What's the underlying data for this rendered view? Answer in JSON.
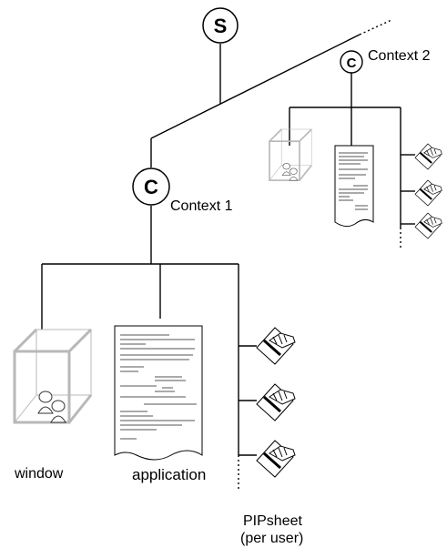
{
  "diagram": {
    "server_node": {
      "letter": "S"
    },
    "context_nodes": [
      {
        "letter": "C",
        "label": "Context 1"
      },
      {
        "letter": "C",
        "label": "Context 2"
      }
    ],
    "context1_labels": {
      "window": "window",
      "application": "application",
      "pipsheet_line1": "PIPsheet",
      "pipsheet_line2": "(per user)"
    }
  }
}
